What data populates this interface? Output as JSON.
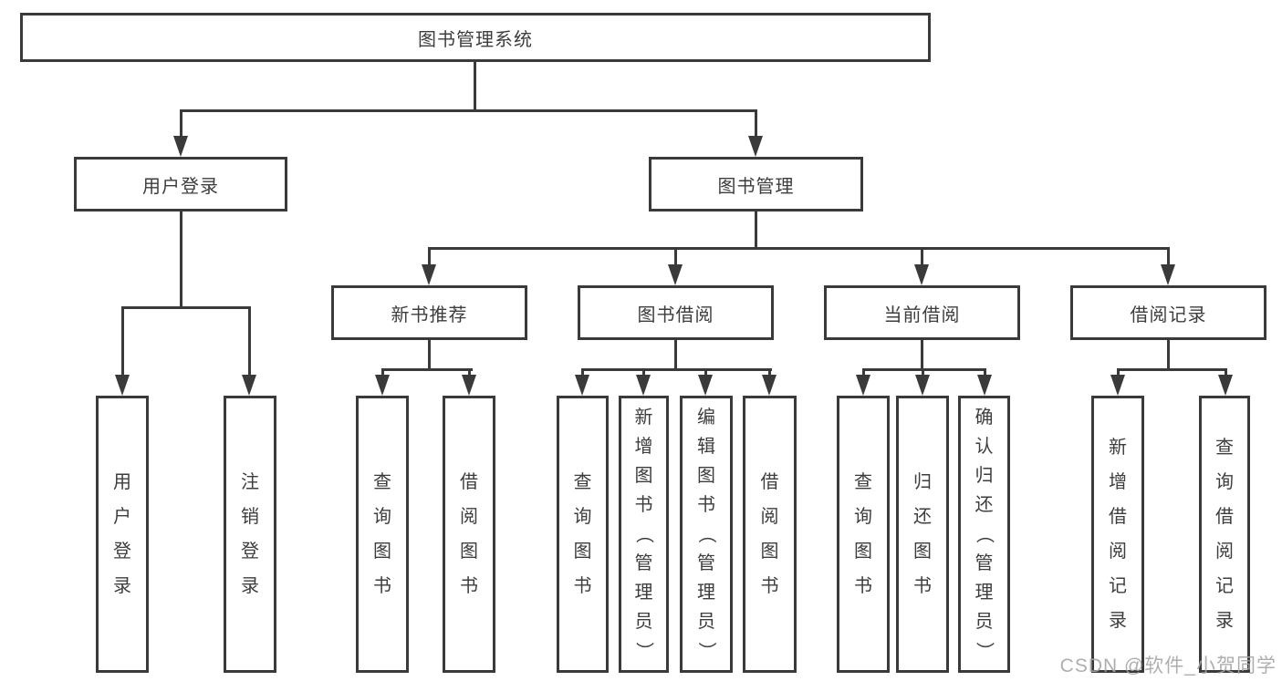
{
  "colors": {
    "line": "#3a3a3a",
    "text": "#3d3d3d",
    "watermark": "#a6a6a6",
    "background": "#ffffff"
  },
  "watermark": "CSDN @软件_小贺同学",
  "tree": {
    "root": {
      "label": "图书管理系统"
    },
    "user_login": {
      "label": "用户登录",
      "leaves": [
        {
          "label": "用户登录"
        },
        {
          "label": "注销登录"
        }
      ]
    },
    "book_mgmt": {
      "label": "图书管理",
      "children": [
        {
          "label": "新书推荐",
          "leaves": [
            {
              "label": "查询图书"
            },
            {
              "label": "借阅图书"
            }
          ]
        },
        {
          "label": "图书借阅",
          "leaves": [
            {
              "label": "查询图书"
            },
            {
              "label": "新增图书（管理员）"
            },
            {
              "label": "编辑图书（管理员）"
            },
            {
              "label": "借阅图书"
            }
          ]
        },
        {
          "label": "当前借阅",
          "leaves": [
            {
              "label": "查询图书"
            },
            {
              "label": "归还图书"
            },
            {
              "label": "确认归还（管理员）"
            }
          ]
        },
        {
          "label": "借阅记录",
          "leaves": [
            {
              "label": "新增借阅记录"
            },
            {
              "label": "查询借阅记录"
            }
          ]
        }
      ]
    }
  }
}
